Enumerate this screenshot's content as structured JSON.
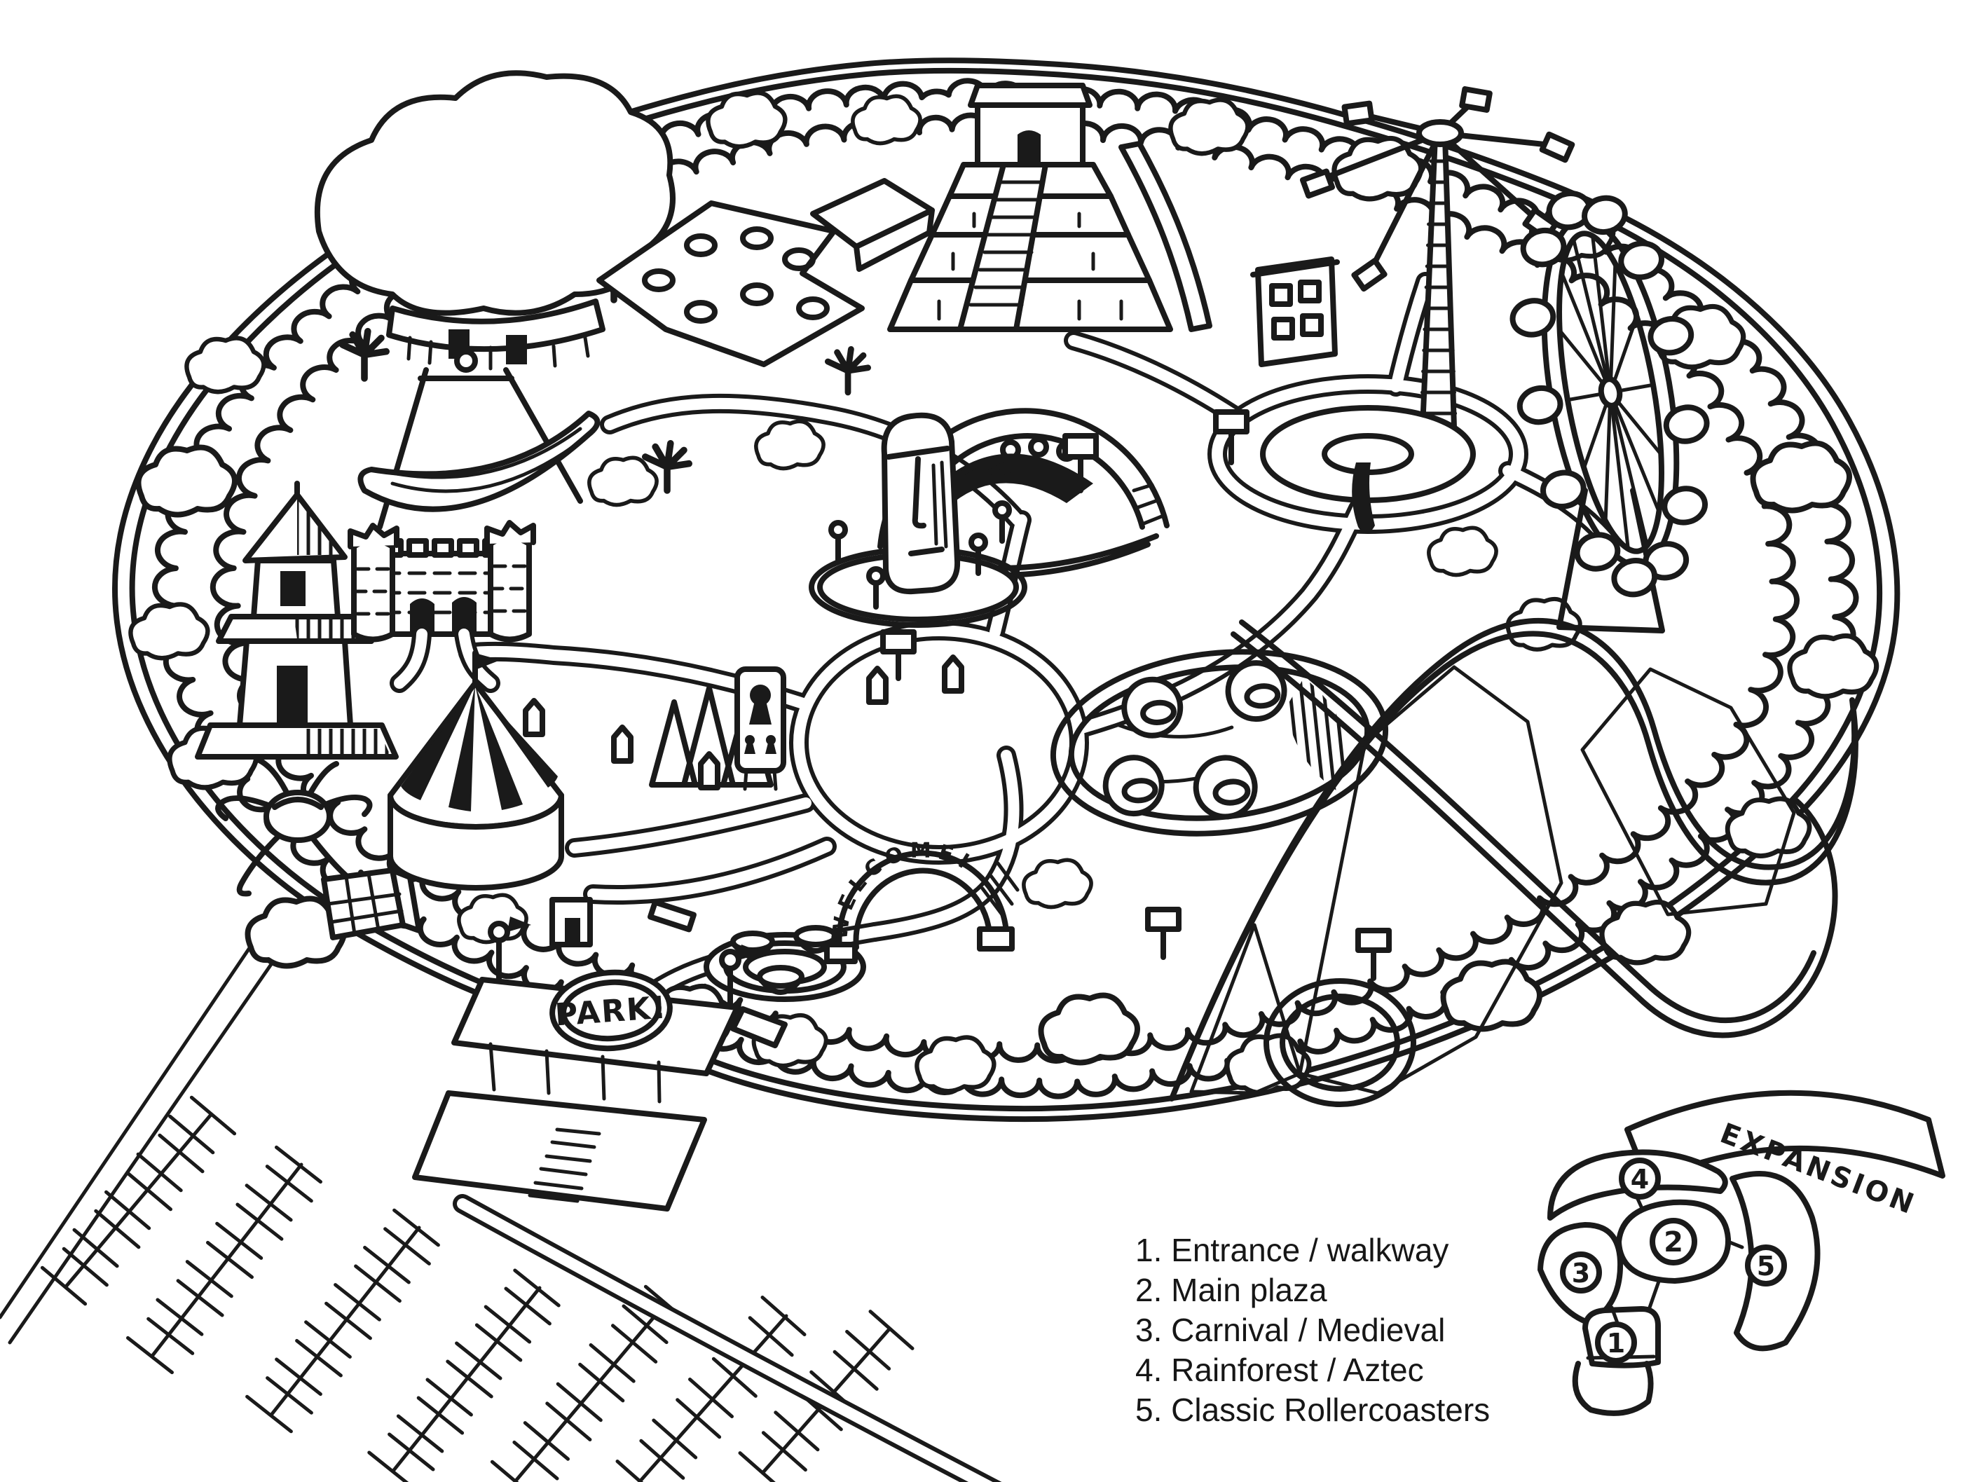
{
  "page": {
    "paper": "#ffffff",
    "ink": "#1a1a1a"
  },
  "map": {
    "arch_text": "WELCOME!",
    "entrance_sign": "PARK!",
    "features": [
      "entrance-gate-building",
      "parking-lot",
      "welcome-arch",
      "teacup-ride",
      "circus-tent",
      "octopus-ride",
      "supply-crate",
      "pagoda-tower",
      "castle",
      "pirate-ship-ride",
      "giant-treehouse",
      "food-pavilion",
      "aztec-pyramid",
      "log-flume",
      "moai-statue",
      "dome-stage",
      "info-sign",
      "conifer-grove",
      "palm-trees",
      "rapids-ride",
      "fountain-plaza",
      "star-flyer-tower",
      "guest-house",
      "ferris-wheel",
      "wooden-rollercoaster",
      "tree-border",
      "walkways"
    ]
  },
  "legend": {
    "items": [
      "1. Entrance / walkway",
      "2. Main plaza",
      "3. Carnival / Medieval",
      "4. Rainforest / Aztec",
      "5. Classic Rollercoasters"
    ]
  },
  "inset": {
    "expansion_label": "EXPANSION",
    "zones": [
      "1",
      "2",
      "3",
      "4",
      "5"
    ]
  }
}
